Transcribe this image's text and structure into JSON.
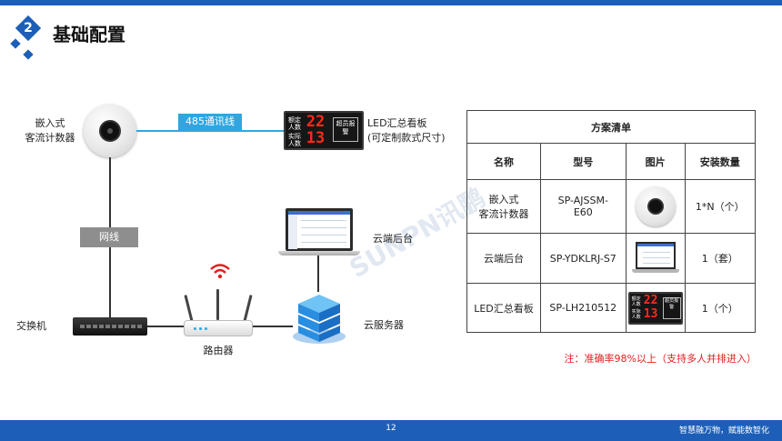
{
  "header": {
    "section_number": "2",
    "title": "基础配置"
  },
  "diagram": {
    "camera_label": [
      "嵌入式",
      "客流计数器"
    ],
    "rs485_label": "485通讯线",
    "led_label": [
      "LED汇总看板",
      "(可定制款式尺寸)"
    ],
    "led_display": {
      "row1_label": [
        "额定",
        "人数"
      ],
      "row1_value": "22",
      "row2_label": [
        "实际",
        "人数"
      ],
      "row2_value": "13",
      "side_text": [
        "超员报警"
      ]
    },
    "network_label": "网线",
    "cloud_backend_label": "云端后台",
    "switch_label": "交换机",
    "router_label": "路由器",
    "cloud_server_label": "云服务器",
    "watermark": "SUNPN讯鹏"
  },
  "plan_table": {
    "title": "方案清单",
    "headers": [
      "名称",
      "型号",
      "图片",
      "安装数量"
    ],
    "rows": [
      {
        "name": [
          "嵌入式",
          "客流计数器"
        ],
        "model": [
          "SP-AJSSM-",
          "E60"
        ],
        "image": "camera-icon",
        "qty": "1*N（个）"
      },
      {
        "name": [
          "云端后台"
        ],
        "model": [
          "SP-YDKLRJ-S7"
        ],
        "image": "laptop-icon",
        "qty": "1（套）"
      },
      {
        "name": [
          "LED汇总看板"
        ],
        "model": [
          "SP-LH210512"
        ],
        "image": "led-board-icon",
        "qty": "1（个）"
      }
    ]
  },
  "note": "注：准确率98%以上（支持多人并排进入）",
  "footer": {
    "page_number": "12",
    "slogan": "智慧融万物，赋能数智化"
  },
  "colors": {
    "brand_blue": "#1d5fb8",
    "link_blue": "#2fa6e0",
    "gray_tag": "#8e8e8e",
    "led_red": "#ff2a1a",
    "note_red": "#e02020"
  }
}
